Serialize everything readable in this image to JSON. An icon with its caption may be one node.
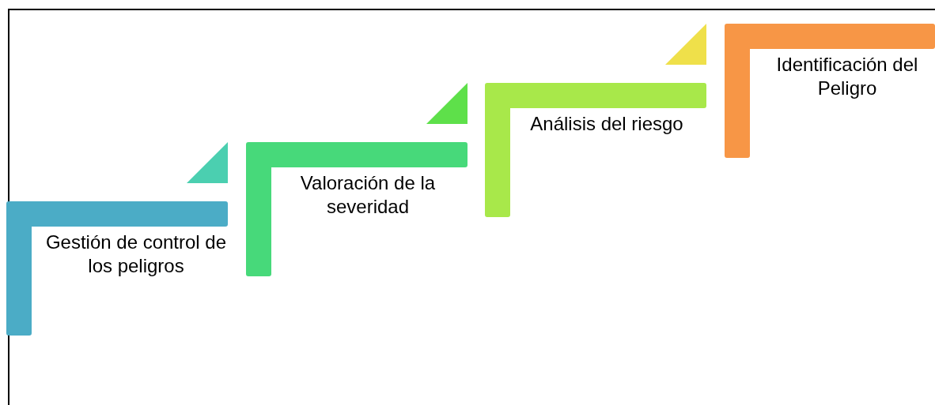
{
  "diagram": {
    "nodes": [
      {
        "text": [
          "Gestión de control de los peligros"
        ]
      },
      {
        "text": [
          "Valoración de la severidad"
        ]
      },
      {
        "text": [
          "Análisis del riesgo"
        ]
      },
      {
        "text": [
          "Identificación del Peligro"
        ]
      }
    ]
  }
}
